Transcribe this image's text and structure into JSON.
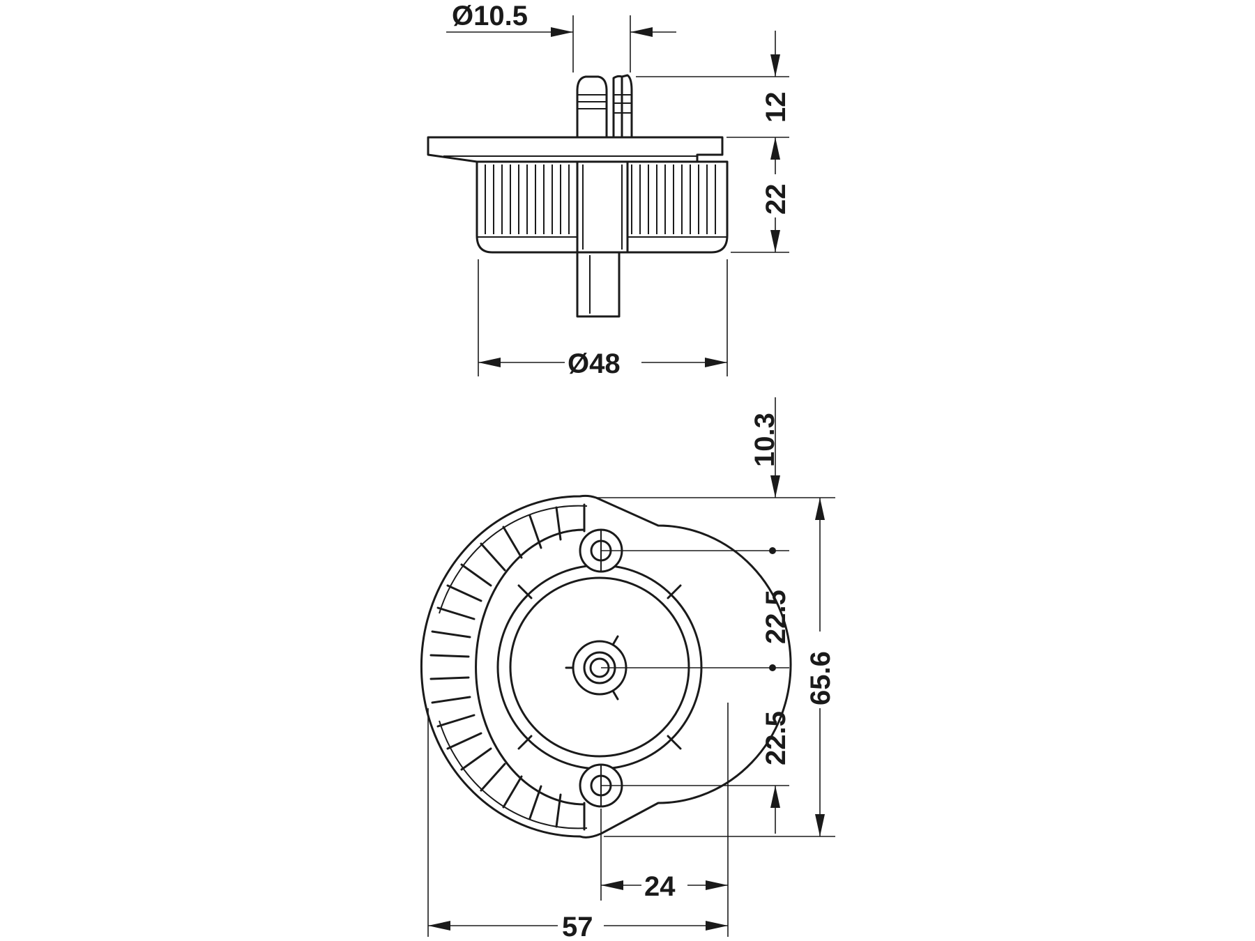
{
  "diagram": {
    "line_color": "#1a1a1a",
    "background": "#ffffff",
    "side_view": {
      "dims": {
        "pin_diameter": "Ø10.5",
        "pin_height": "12",
        "body_height": "22",
        "body_diameter": "Ø48"
      }
    },
    "top_view": {
      "dims": {
        "top_offset": "10.3",
        "upper_spacing": "22.5",
        "lower_spacing": "22.5",
        "total_height": "65.6",
        "hole_offset": "24",
        "total_width": "57"
      }
    }
  }
}
